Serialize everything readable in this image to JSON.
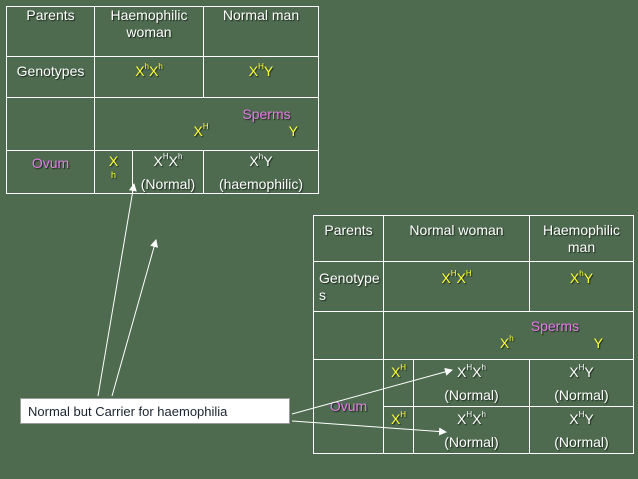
{
  "table1": {
    "headers": {
      "parents": "Parents",
      "col1": "Haemophilic woman",
      "col2": "Normal man"
    },
    "genotypes": {
      "label": "Genotypes",
      "female": {
        "base1": "X",
        "sup1": "h",
        "base2": "X",
        "sup2": "h"
      },
      "male": {
        "base": "X",
        "sup": "H",
        "suffix": "Y"
      }
    },
    "sperms_label": "Sperms",
    "sperm1": {
      "base": "X",
      "sup": "H"
    },
    "sperm2": "Y",
    "ovum_label": "Ovum",
    "ovum": {
      "base": "X",
      "sub": "h"
    },
    "cell1": {
      "base1": "X",
      "sup1": "H",
      "base2": "X",
      "sup2": "h",
      "status": "(Normal)"
    },
    "cell2": {
      "base": "X",
      "sup": "h",
      "suffix": "Y",
      "status": "(haemophilic)"
    }
  },
  "table2": {
    "headers": {
      "parents": "Parents",
      "col1": "Normal woman",
      "col2": "Haemophilic man"
    },
    "genotypes": {
      "label": "Genotypes",
      "female": {
        "base1": "X",
        "sup1": "H",
        "base2": "X",
        "sup2": "H"
      },
      "male": {
        "base": "X",
        "sup": "h",
        "suffix": "Y"
      }
    },
    "sperms_label": "Sperms",
    "sperm1": {
      "base": "X",
      "sup": "h"
    },
    "sperm2": "Y",
    "ovum_label": "Ovum",
    "ovum1": {
      "base": "X",
      "sup": "H"
    },
    "ovum2": {
      "base": "X",
      "sup": "H"
    },
    "r1c1": {
      "base1": "X",
      "sup1": "H",
      "base2": "X",
      "sup2": "h",
      "status": "(Normal)"
    },
    "r1c2": {
      "base": "X",
      "sup": "H",
      "suffix": "Y",
      "status": "(Normal)"
    },
    "r2c1": {
      "base1": "X",
      "sup1": "H",
      "base2": "X",
      "sup2": "h",
      "status": "(Normal)"
    },
    "r2c2": {
      "base": "X",
      "sup": "H",
      "suffix": "Y",
      "status": "(Normal)"
    }
  },
  "note": "Normal but Carrier for haemophilia",
  "colors": {
    "background": "#4e6b4f",
    "allele": "#ffff33",
    "label": "#e879e8",
    "border": "#ffffff"
  }
}
